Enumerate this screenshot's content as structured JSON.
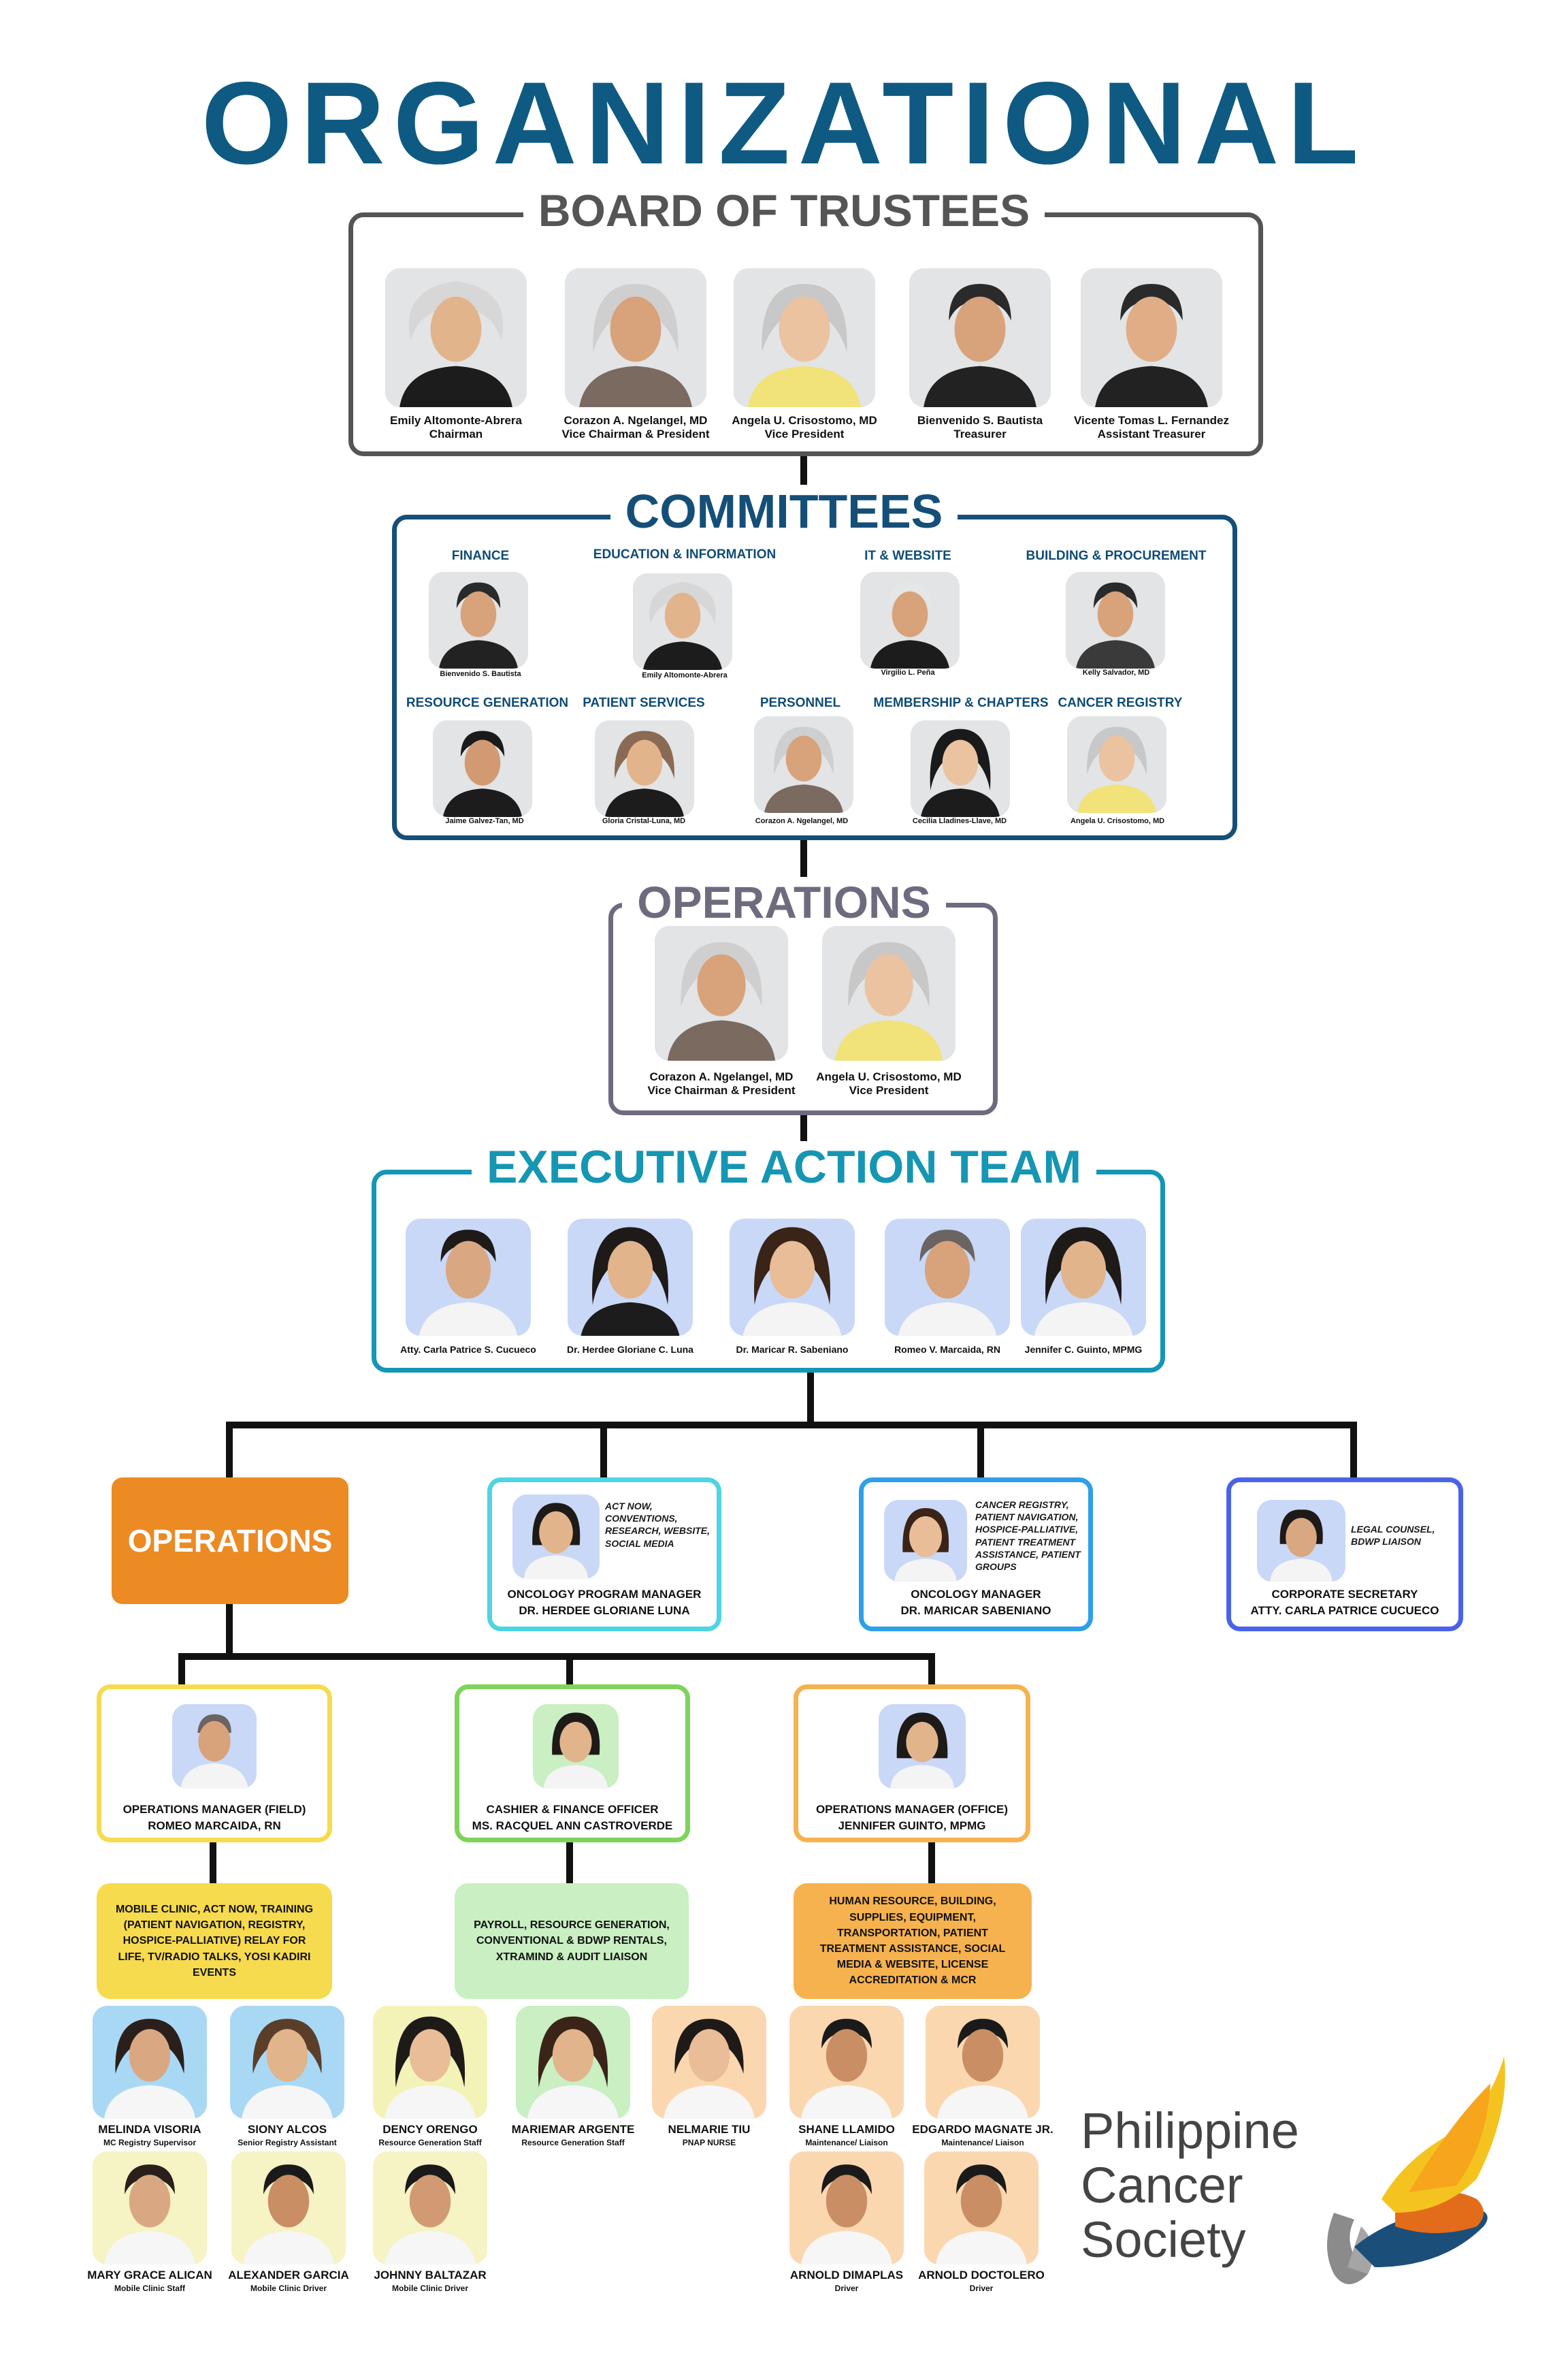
{
  "title": "ORGANIZATIONAL CHART",
  "board": {
    "title": "BOARD OF TRUSTEES",
    "members": [
      {
        "name": "Emily Altomonte-Abrera",
        "role": "Chairman"
      },
      {
        "name": "Corazon A. Ngelangel, MD",
        "role": "Vice Chairman & President"
      },
      {
        "name": "Angela U. Crisostomo, MD",
        "role": "Vice President"
      },
      {
        "name": "Bienvenido S. Bautista",
        "role": "Treasurer"
      },
      {
        "name": "Vicente Tomas L. Fernandez",
        "role": "Assistant Treasurer"
      }
    ]
  },
  "committees": {
    "title": "COMMITTEES",
    "items": [
      {
        "label": "FINANCE",
        "name": "Bienvenido S. Bautista"
      },
      {
        "label": "EDUCATION & INFORMATION",
        "name": "Emily Altomonte-Abrera"
      },
      {
        "label": "IT & WEBSITE",
        "name": "Virgilio L. Peña"
      },
      {
        "label": "BUILDING & PROCUREMENT",
        "name": "Kelly Salvador, MD"
      },
      {
        "label": "RESOURCE GENERATION",
        "name": "Jaime Galvez-Tan, MD"
      },
      {
        "label": "PATIENT SERVICES",
        "name": "Gloria Cristal-Luna, MD"
      },
      {
        "label": "PERSONNEL",
        "name": "Corazon A. Ngelangel, MD"
      },
      {
        "label": "MEMBERSHIP & CHAPTERS",
        "name": "Cecilia Lladines-Llave, MD"
      },
      {
        "label": "CANCER REGISTRY",
        "name": "Angela U. Crisostomo, MD"
      }
    ]
  },
  "operations_top": {
    "title": "OPERATIONS",
    "members": [
      {
        "name": "Corazon A. Ngelangel, MD",
        "role": "Vice Chairman & President"
      },
      {
        "name": "Angela U. Crisostomo, MD",
        "role": "Vice President"
      }
    ]
  },
  "exec_team": {
    "title": "EXECUTIVE ACTION TEAM",
    "members": [
      {
        "name": "Atty. Carla Patrice S. Cucueco"
      },
      {
        "name": "Dr. Herdee Gloriane C. Luna"
      },
      {
        "name": "Dr. Maricar R. Sabeniano"
      },
      {
        "name": "Romeo V. Marcaida, RN"
      },
      {
        "name": "Jennifer C. Guinto, MPMG"
      }
    ]
  },
  "level2": {
    "operations_label": "OPERATIONS",
    "oncology_program": {
      "duties": "ACT NOW, CONVENTIONS, RESEARCH, WEBSITE, SOCIAL MEDIA",
      "title": "ONCOLOGY PROGRAM MANAGER",
      "name": "DR. HERDEE GLORIANE LUNA"
    },
    "oncology_manager": {
      "duties": "CANCER REGISTRY, PATIENT NAVIGATION, HOSPICE-PALLIATIVE, PATIENT TREATMENT ASSISTANCE, PATIENT GROUPS",
      "title": "ONCOLOGY  MANAGER",
      "name": "DR. MARICAR SABENIANO"
    },
    "corporate_secretary": {
      "duties": "LEGAL COUNSEL, BDWP LIAISON",
      "title": "CORPORATE SECRETARY",
      "name": "ATTY. CARLA PATRICE CUCUECO"
    }
  },
  "level3": {
    "field": {
      "title": "OPERATIONS MANAGER (FIELD)",
      "name": "ROMEO MARCAIDA, RN",
      "duties": "MOBILE CLINIC, ACT NOW, TRAINING (PATIENT NAVIGATION, REGISTRY, HOSPICE-PALLIATIVE) RELAY FOR LIFE, TV/RADIO TALKS, YOSI KADIRI EVENTS"
    },
    "cashier": {
      "title": "CASHIER & FINANCE OFFICER",
      "name": "MS. RACQUEL ANN CASTROVERDE",
      "duties": "PAYROLL, RESOURCE GENERATION, CONVENTIONAL & BDWP RENTALS, XTRAMIND & AUDIT LIAISON"
    },
    "office": {
      "title": "OPERATIONS MANAGER (OFFICE)",
      "name": "JENNIFER GUINTO, MPMG",
      "duties": "HUMAN RESOURCE, BUILDING, SUPPLIES, EQUIPMENT, TRANSPORTATION, PATIENT TREATMENT ASSISTANCE, SOCIAL MEDIA & WEBSITE, LICENSE ACCREDITATION & MCR"
    }
  },
  "staff": [
    {
      "name": "MELINDA VISORIA",
      "role": "MC Registry Supervisor",
      "bg": "#a9d8f5"
    },
    {
      "name": "SIONY ALCOS",
      "role": "Senior Registry Assistant",
      "bg": "#a9d8f5"
    },
    {
      "name": "DENCY ORENGO",
      "role": "Resource Generation Staff",
      "bg": "#f3f3b8"
    },
    {
      "name": "MARIEMAR ARGENTE",
      "role": "Resource Generation Staff",
      "bg": "#c9efc3"
    },
    {
      "name": "NELMARIE TIU",
      "role": "PNAP NURSE",
      "bg": "#fbd7b0"
    },
    {
      "name": "SHANE LLAMIDO",
      "role": "Maintenance/ Liaison",
      "bg": "#fbd7b0"
    },
    {
      "name": "EDGARDO MAGNATE JR.",
      "role": "Maintenance/ Liaison",
      "bg": "#fbd7b0"
    },
    {
      "name": "MARY GRACE ALICAN",
      "role": "Mobile Clinic Staff",
      "bg": "#f6f3c4"
    },
    {
      "name": "ALEXANDER GARCIA",
      "role": "Mobile Clinic Driver",
      "bg": "#f6f3c4"
    },
    {
      "name": "JOHNNY BALTAZAR",
      "role": "Mobile Clinic Driver",
      "bg": "#f6f3c4"
    },
    {
      "name": "ARNOLD DIMAPLAS",
      "role": "Driver",
      "bg": "#fbd7b0"
    },
    {
      "name": "ARNOLD DOCTOLERO",
      "role": "Driver",
      "bg": "#fbd7b0"
    }
  ],
  "logo": {
    "line1": "Philippine",
    "line2": "Cancer",
    "line3": "Society"
  },
  "colors": {
    "title": "#0f5a82",
    "board": "#555555",
    "committees": "#154f78",
    "operations": "#6f6b7f",
    "exec": "#1596b2",
    "orange": "#ec8a24",
    "cyan": "#4fd4e3",
    "blue": "#2f9fe8",
    "indigo": "#4a63e6",
    "yellow": "#f7db4f",
    "green": "#7fd35a",
    "amber": "#f6b24f"
  }
}
